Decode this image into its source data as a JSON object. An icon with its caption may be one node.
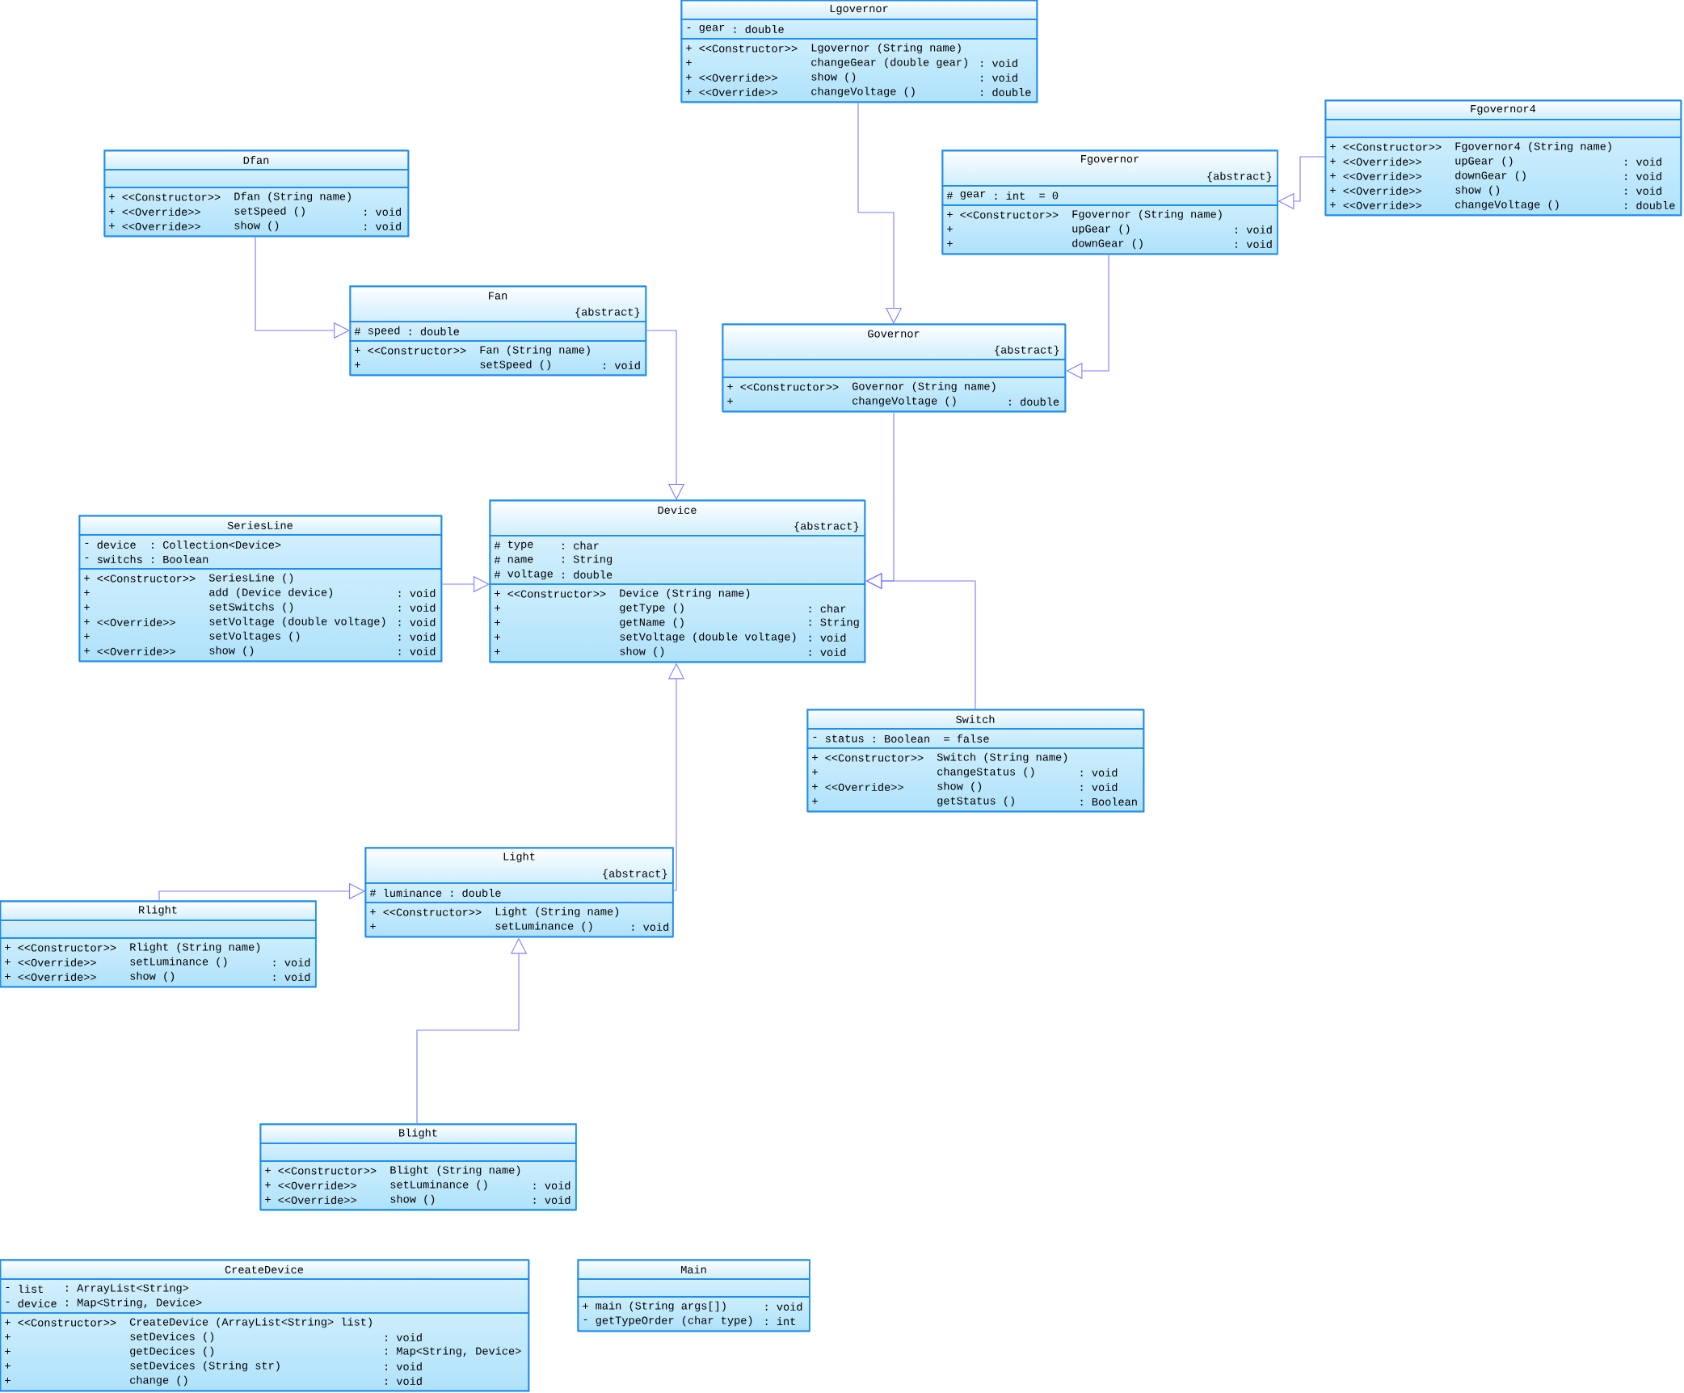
{
  "diagram": {
    "nodes": [
      {
        "text": [
          "Lgovernor",
          "-",
          "gear",
          ": double",
          "+",
          "<<Constructor>>",
          "Lgovernor (String name)",
          "+",
          "changeGear (double gear)",
          ": void",
          "+",
          "<<Override>>",
          "show ()",
          ": void",
          "+",
          "<<Override>>",
          "changeVoltage ()",
          ": double"
        ]
      },
      {
        "text": [
          "Fgovernor4",
          "+",
          "<<Constructor>>",
          "Fgovernor4 (String name)",
          "+",
          "<<Override>>",
          "upGear ()",
          ": void",
          "+",
          "<<Override>>",
          "downGear ()",
          ": void",
          "+",
          "<<Override>>",
          "show ()",
          ": void",
          "+",
          "<<Override>>",
          "changeVoltage ()",
          ": double"
        ]
      },
      {
        "text": [
          "Dfan",
          "+",
          "<<Constructor>>",
          "Dfan (String name)",
          "+",
          "<<Override>>",
          "setSpeed ()",
          ": void",
          "+",
          "<<Override>>",
          "show ()",
          ": void"
        ]
      },
      {
        "text": [
          "Fgovernor",
          "{abstract}",
          "#",
          "gear",
          ": int",
          "= 0",
          "+",
          "<<Constructor>>",
          "Fgovernor (String name)",
          "+",
          "upGear ()",
          ": void",
          "+",
          "downGear ()",
          ": void"
        ]
      },
      {
        "text": [
          "Fan",
          "{abstract}",
          "#",
          "speed",
          ": double",
          "+",
          "<<Constructor>>",
          "Fan (String name)",
          "+",
          "setSpeed ()",
          ": void"
        ]
      },
      {
        "text": [
          "Governor",
          "{abstract}",
          "+",
          "<<Constructor>>",
          "Governor (String name)",
          "+",
          "changeVoltage ()",
          ": double"
        ]
      },
      {
        "text": [
          "SeriesLine",
          "-",
          "device",
          ": Collection<Device>",
          "-",
          "switchs",
          ": Boolean",
          "+",
          "<<Constructor>>",
          "SeriesLine ()",
          "+",
          "add (Device device)",
          ": void",
          "+",
          "setSwitchs ()",
          ": void",
          "+",
          "<<Override>>",
          "setVoltage (double voltage)",
          ": void",
          "+",
          "setVoltages ()",
          ": void",
          "+",
          "<<Override>>",
          "show ()",
          ": void"
        ]
      },
      {
        "text": [
          "Device",
          "{abstract}",
          "#",
          "type",
          ": char",
          "#",
          "name",
          ": String",
          "#",
          "voltage",
          ": double",
          "+",
          "<<Constructor>>",
          "Device (String name)",
          "+",
          "getType ()",
          ": char",
          "+",
          "getName ()",
          ": String",
          "+",
          "setVoltage (double voltage)",
          ": void",
          "+",
          "show ()",
          ": void"
        ]
      },
      {
        "text": [
          "Switch",
          "-",
          "status",
          ": Boolean",
          "= false",
          "+",
          "<<Constructor>>",
          "Switch (String name)",
          "+",
          "changeStatus ()",
          ": void",
          "+",
          "<<Override>>",
          "show ()",
          ": void",
          "+",
          "getStatus ()",
          ": Boolean"
        ]
      },
      {
        "text": [
          "Light",
          "{abstract}",
          "#",
          "luminance",
          ": double",
          "+",
          "<<Constructor>>",
          "Light (String name)",
          "+",
          "setLuminance ()",
          ": void"
        ]
      },
      {
        "text": [
          "Rlight",
          "+",
          "<<Constructor>>",
          "Rlight (String name)",
          "+",
          "<<Override>>",
          "setLuminance ()",
          ": void",
          "+",
          "<<Override>>",
          "show ()",
          ": void"
        ]
      },
      {
        "text": [
          "Blight",
          "+",
          "<<Constructor>>",
          "Blight (String name)",
          "+",
          "<<Override>>",
          "setLuminance ()",
          ": void",
          "+",
          "<<Override>>",
          "show ()",
          ": void"
        ]
      },
      {
        "text": [
          "CreateDevice",
          "-",
          "list",
          ": ArrayList<String>",
          "-",
          "device",
          ": Map<String, Device>",
          "+",
          "<<Constructor>>",
          "CreateDevice (ArrayList<String> list)",
          "+",
          "setDevices ()",
          ": void",
          "+",
          "getDecices ()",
          ": Map<String, Device>",
          "+",
          "setDevices (String str)",
          ": void",
          "+",
          "change ()",
          ": void"
        ]
      },
      {
        "text": [
          "Main",
          "+",
          "main (String args[])",
          ": void",
          "-",
          "getTypeOrder (char type)",
          ": int"
        ]
      }
    ],
    "edges": [
      {
        "from": 0,
        "to": 5,
        "arrow": "to"
      },
      {
        "from": 1,
        "to": 3,
        "arrow": "to"
      },
      {
        "from": 3,
        "to": 5,
        "arrow": "to"
      },
      {
        "from": 2,
        "to": 4,
        "arrow": "to"
      },
      {
        "from": 4,
        "to": 7,
        "arrow": "to"
      },
      {
        "from": 5,
        "to": 7,
        "arrow": "to"
      },
      {
        "from": 8,
        "to": 7,
        "arrow": "to"
      },
      {
        "from": 6,
        "to": 7,
        "arrow": "to"
      },
      {
        "from": 9,
        "to": 7,
        "arrow": "to"
      },
      {
        "from": 10,
        "to": 9,
        "arrow": "to"
      },
      {
        "from": 11,
        "to": 9,
        "arrow": "to"
      }
    ]
  }
}
